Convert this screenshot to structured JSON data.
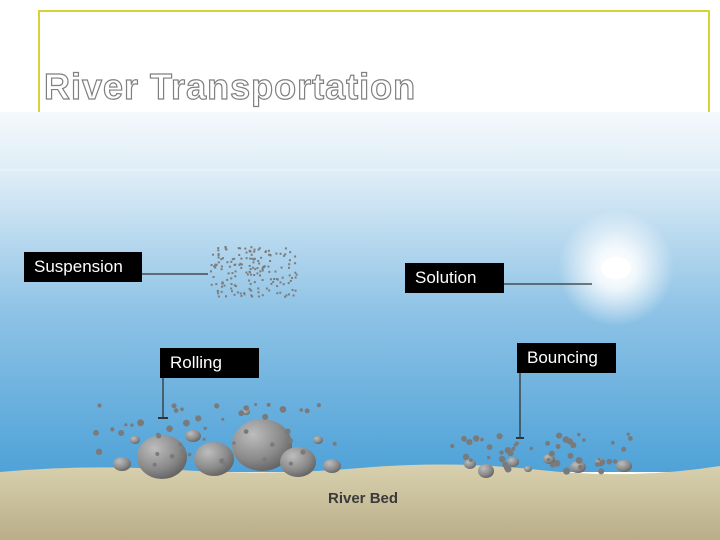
{
  "slide": {
    "title": "River Transportation"
  },
  "diagram": {
    "labels": {
      "suspension": "Suspension",
      "solution": "Solution",
      "rolling": "Rolling",
      "bouncing": "Bouncing",
      "river_bed": "River Bed"
    },
    "colors": {
      "frame": "#d8d23a",
      "water_top": "#eef6fb",
      "water_bottom": "#4fa2d8",
      "river_bed": "#c9bf9a",
      "label_bg": "#000000"
    }
  }
}
